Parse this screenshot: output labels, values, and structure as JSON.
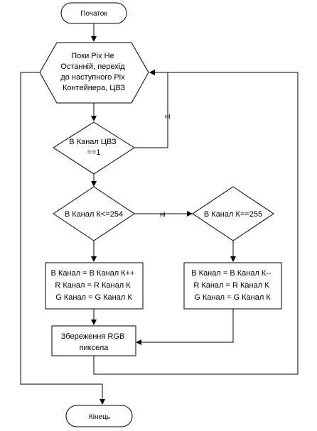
{
  "nodes": {
    "start": {
      "lines": [
        "Початок"
      ]
    },
    "loop": {
      "lines": [
        "Поки Pix Не",
        "Останній, перехід",
        "до наступного Pix",
        "Контейнера, ЦВЗ"
      ]
    },
    "cond_cvz": {
      "lines": [
        "В Канал ЦВЗ",
        "==1"
      ]
    },
    "cond_le": {
      "lines": [
        "В Канал К<=254"
      ]
    },
    "cond_eq": {
      "lines": [
        "В Канал К==255"
      ]
    },
    "proc_inc": {
      "lines": [
        "В Канал = В Канал К++",
        "R Канал = R Канал К",
        "G Канал = G Канал К"
      ]
    },
    "proc_dec": {
      "lines": [
        "В Канал = В Канал К--",
        "R Канал = R Канал К",
        "G Канал = G Канал К"
      ]
    },
    "save": {
      "lines": [
        "Збереження RGB",
        "пиксела"
      ]
    },
    "end": {
      "lines": [
        "Кінець"
      ]
    }
  },
  "labels": {
    "no_cvz": "ні",
    "no_le": "ні"
  }
}
